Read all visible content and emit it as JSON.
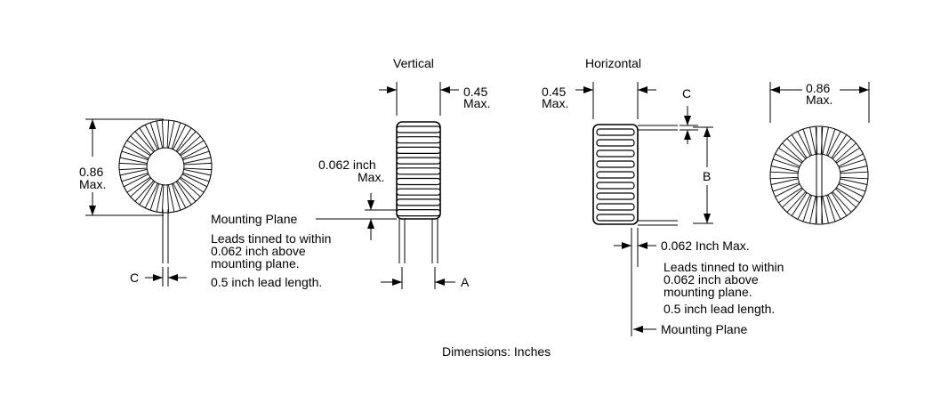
{
  "views": {
    "vertical_title": "Vertical",
    "horizontal_title": "Horizontal"
  },
  "left_toroid": {
    "dim_value": "0.86",
    "dim_max": "Max.",
    "lead_label": "C"
  },
  "vertical_view": {
    "width_value": "0.45",
    "width_max": "Max.",
    "standoff_value": "0.062 inch",
    "standoff_max": "Max.",
    "mounting_plane": "Mounting Plane",
    "note": [
      "Leads tinned to within",
      "0.062 inch above",
      "mounting plane.",
      "0.5 inch lead length."
    ],
    "lead_spacing_label": "A"
  },
  "horizontal_view": {
    "width_value": "0.45",
    "width_max": "Max.",
    "lead_label": "C",
    "spacing_label": "B",
    "standoff": "0.062 Inch Max.",
    "note": [
      "Leads tinned to within",
      "0.062 inch above",
      "mounting plane.",
      "0.5 inch lead length."
    ],
    "mounting_plane": "Mounting Plane"
  },
  "right_toroid": {
    "dim_value": "0.86",
    "dim_max": "Max."
  },
  "footer": {
    "dimensions": "Dimensions:  Inches"
  },
  "colors": {
    "line": "#000000",
    "background": "#ffffff"
  }
}
